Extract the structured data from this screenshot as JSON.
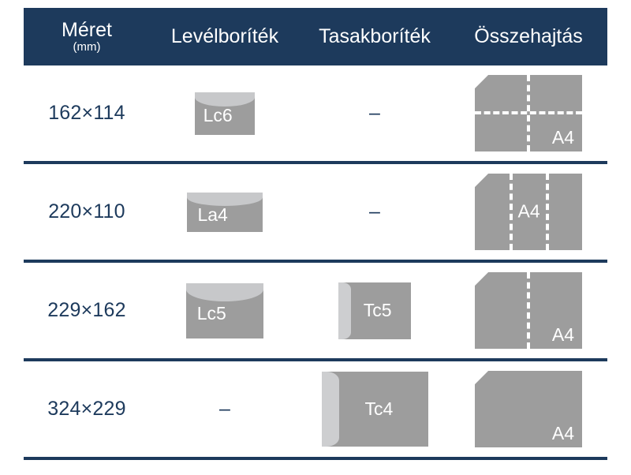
{
  "table": {
    "headers": [
      {
        "label": "Méret",
        "unit": "(mm)"
      },
      {
        "label": "Levélboríték",
        "unit": ""
      },
      {
        "label": "Tasakboríték",
        "unit": ""
      },
      {
        "label": "Összehajtás",
        "unit": ""
      }
    ],
    "empty_marker": "–",
    "sheet_label": "A4",
    "rows": [
      {
        "size": "162×114",
        "letter_envelope": "Lc6",
        "pocket_envelope": "–",
        "fold_label": "A4",
        "fold_type": "quarter",
        "fold_lines": {
          "vertical": 1,
          "horizontal": 1
        }
      },
      {
        "size": "220×110",
        "letter_envelope": "La4",
        "pocket_envelope": "–",
        "fold_label": "A4",
        "fold_type": "tri-fold",
        "fold_lines": {
          "vertical": 2,
          "horizontal": 0
        }
      },
      {
        "size": "229×162",
        "letter_envelope": "Lc5",
        "pocket_envelope": "Tc5",
        "fold_label": "A4",
        "fold_type": "half",
        "fold_lines": {
          "vertical": 1,
          "horizontal": 0
        }
      },
      {
        "size": "324×229",
        "letter_envelope": "–",
        "pocket_envelope": "Tc4",
        "fold_label": "A4",
        "fold_type": "flat",
        "fold_lines": {
          "vertical": 0,
          "horizontal": 0
        }
      }
    ]
  },
  "colors": {
    "header_bg": "#1d3a5c",
    "header_text": "#ffffff",
    "body_text": "#1d3a5c",
    "paper_gray": "#9d9d9d",
    "flap_gray": "#c7c8ca",
    "divider": "#1d3a5c"
  }
}
